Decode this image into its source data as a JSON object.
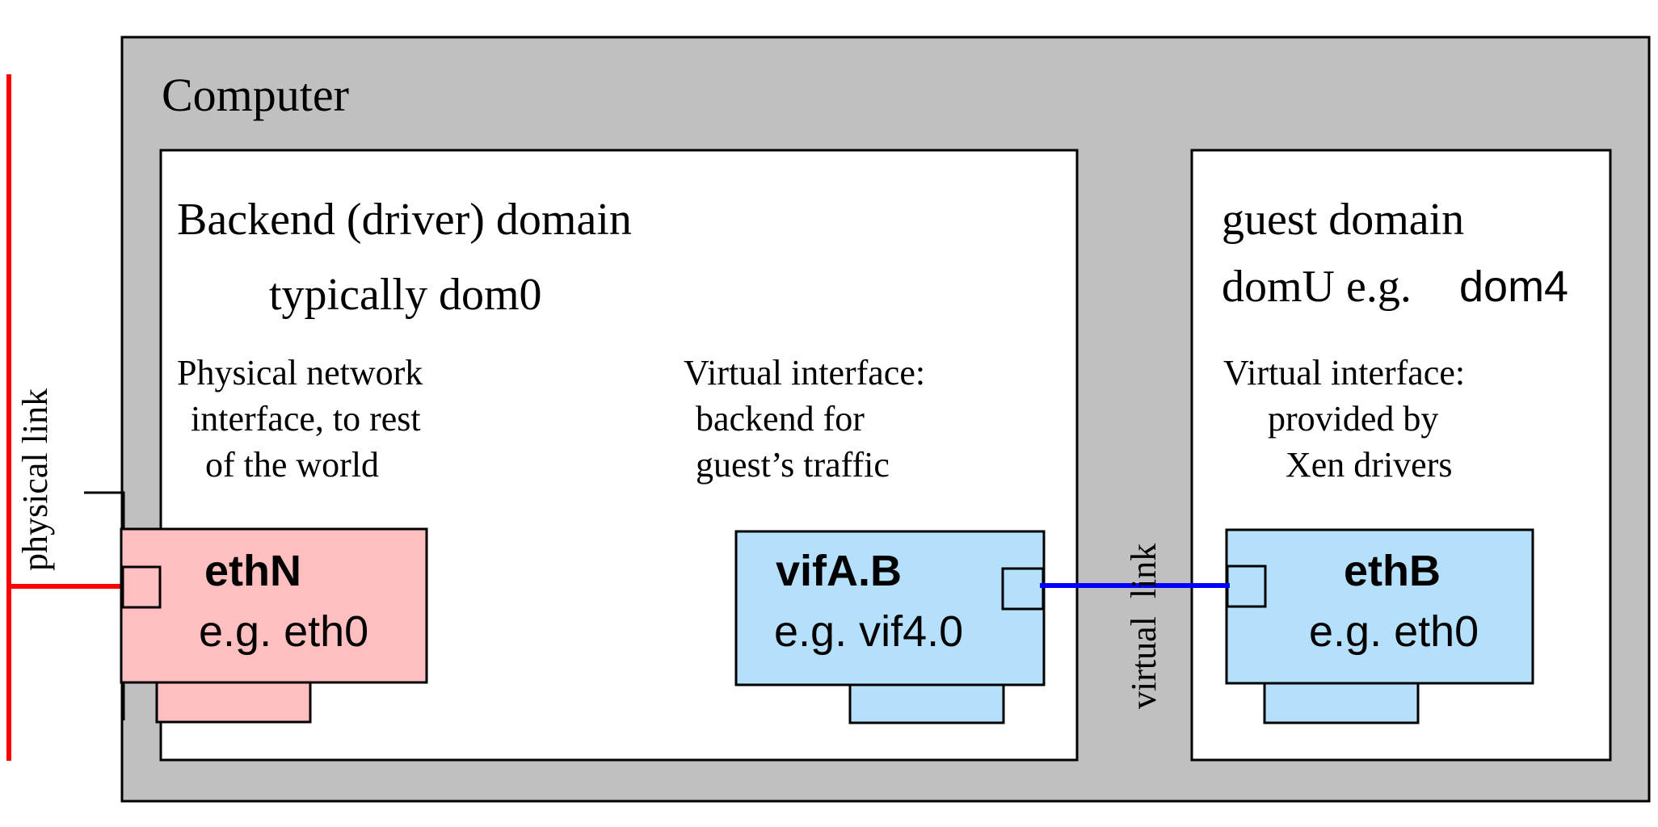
{
  "colors": {
    "computer_bg": "#c0c0c0",
    "physical_nic": "#ffbfc0",
    "virtual_nic": "#b5e0fb",
    "physical_link": "#ff0000",
    "virtual_link": "#0000ff",
    "outline": "#000000"
  },
  "computer": {
    "label": "Computer"
  },
  "backend": {
    "title": "Backend (driver) domain",
    "subtitle": "typically dom0",
    "phys_desc": [
      "Physical network",
      "interface, to rest",
      "of the world"
    ],
    "virt_desc": [
      "Virtual interface:",
      "backend for",
      "guest’s traffic"
    ]
  },
  "guest": {
    "title": "guest domain",
    "subtitle_prefix": "domU e.g.",
    "subtitle_value": "dom4",
    "desc": [
      "Virtual interface:",
      "provided by",
      "Xen drivers"
    ]
  },
  "cards": {
    "ethN": {
      "name": "ethN",
      "example": "e.g. eth0"
    },
    "vif": {
      "name": "vifA.B",
      "example": "e.g. vif4.0"
    },
    "ethB": {
      "name": "ethB",
      "example": "e.g. eth0"
    }
  },
  "links": {
    "physical": "physical link",
    "virtual": "virtual  link"
  }
}
